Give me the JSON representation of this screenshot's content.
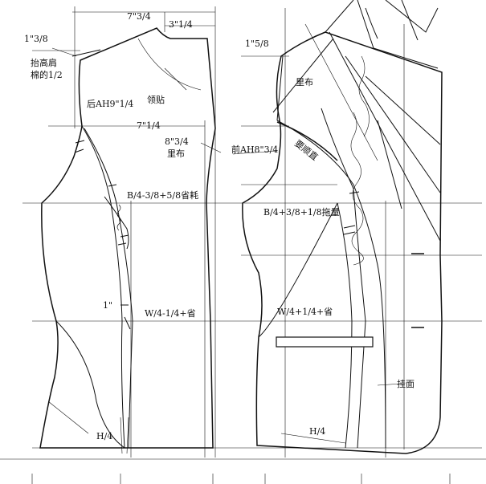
{
  "back_panel": {
    "shoulder_width": "7\"3/4",
    "neck_width": "3\"1/4",
    "shoulder_drop": "1\"3/8",
    "raise_shoulder_label_line1": "抬高肩",
    "raise_shoulder_label_line2": "棉的1/2",
    "facing": "领贴",
    "armhole": "后AH9\"1/4",
    "chest_width": "7\"1/4",
    "lining_measure": "8\"3/4",
    "lining": "里布",
    "bust_formula": "B/4-3/8+5/8省耗",
    "waist_marker": "1\"",
    "waist_formula": "W/4-1/4+省",
    "hip_formula": "H/4"
  },
  "front_panel": {
    "shoulder_drop": "1\"5/8",
    "lining": "里布",
    "armhole": "前AH8\"3/4",
    "smooth_note": "要顺直",
    "bust_formula": "B/4+3/8+1/8拖量",
    "waist_formula": "W/4+1/4+省",
    "facing_hang": "挂面",
    "hip_formula": "H/4"
  }
}
